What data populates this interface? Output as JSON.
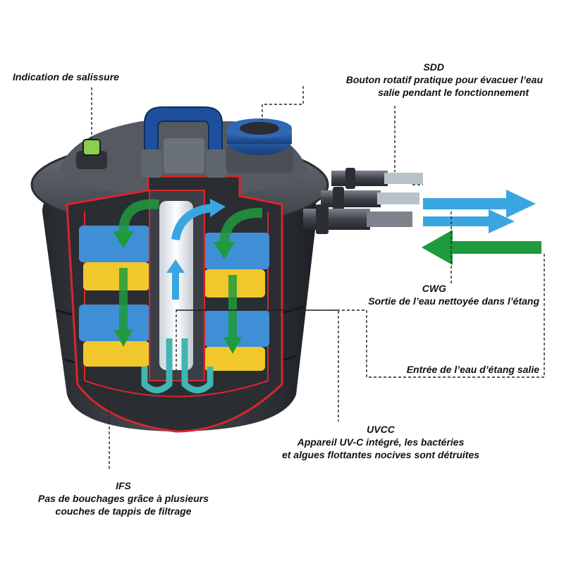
{
  "labels": {
    "dirt_indicator": "Indication de salissure",
    "sdd_title": "SDD",
    "sdd_line1": "Bouton rotatif pratique pour évacuer l’eau",
    "sdd_line2": "salie pendant le fonctionnement",
    "cwg_title": "CWG",
    "cwg_line1": "Sortie de l’eau nettoyée dans l’étang",
    "inlet": "Entrée de l’eau d’étang salie",
    "uvcc_title": "UVCC",
    "uvcc_line1": "Appareil UV-C intégré, les bactéries",
    "uvcc_line2": "et algues flottantes nocives sont détruites",
    "ifs_title": "IFS",
    "ifs_line1": "Pas de bouchages grâce à plusieurs",
    "ifs_line2": "couches de tappis de filtrage"
  },
  "colors": {
    "housing": "#3b3f45",
    "housing_light": "#5b6068",
    "cutaway_outline": "#d8262b",
    "blue_handle": "#1d4f9c",
    "foam_blue": "#3f8fd6",
    "foam_yellow": "#f1c82c",
    "arrow_clean": "#3aa6e0",
    "arrow_dirty": "#1f9a3c",
    "uv_tube": "#e7ecef"
  }
}
